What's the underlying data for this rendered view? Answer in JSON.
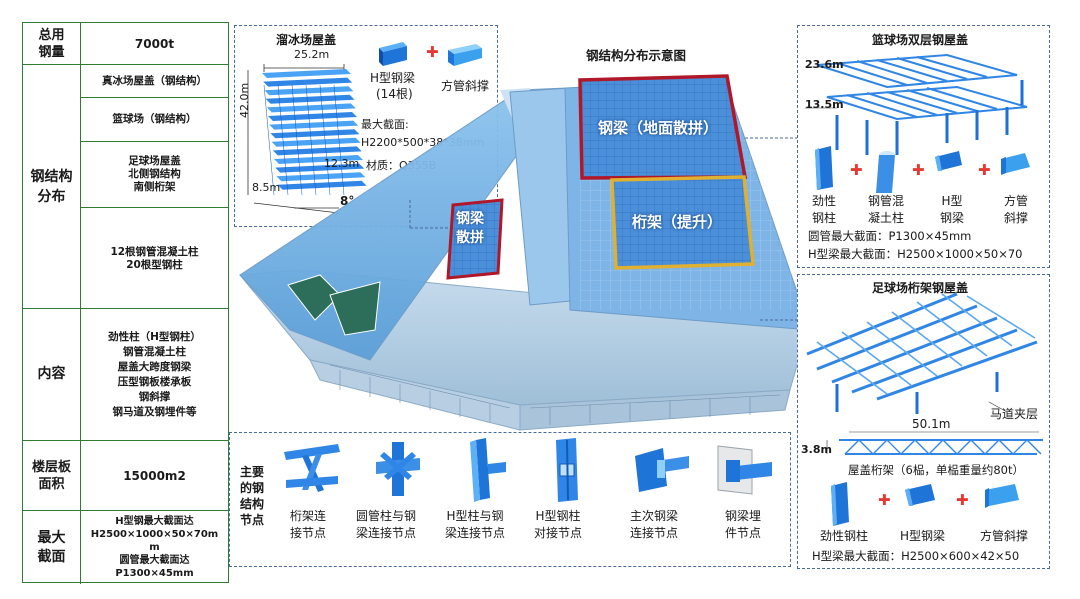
{
  "table": {
    "total_steel": {
      "label": "总用\n钢量",
      "value": "7000t"
    },
    "distribution": {
      "label": "钢结构\n分布",
      "items": [
        "真冰场屋盖（钢结构）",
        "篮球场（钢结构）",
        "足球场屋盖\n北侧钢结构\n南侧桁架",
        "12根钢管混凝土柱\n20根型钢柱"
      ]
    },
    "content": {
      "label": "内容",
      "value": "劲性柱（H型钢柱）\n钢管混凝土柱\n屋盖大跨度钢梁\n压型钢板楼承板\n钢斜撑\n钢马道及钢埋件等"
    },
    "floor_area": {
      "label": "楼层板\n面积",
      "value": "15000m2"
    },
    "max_section": {
      "label": "最大\n截面",
      "value": "H型钢最大截面达\nH2500×1000×50×70m\nm\n圆管最大截面达\nP1300×45mm"
    }
  },
  "ice_rink": {
    "title": "溜冰场屋盖",
    "dim_top": "25.2m",
    "dim_left": "42.0m",
    "dim_right": "12.3m",
    "dim_bottom": "8.5m",
    "angle": "8°",
    "beam_label": "H型钢梁",
    "beam_count": "(14根)",
    "brace_label": "方管斜撑",
    "section_label": "最大截面:",
    "section_value": "H2200*500*38*38mm",
    "material": "材质：Q355B"
  },
  "main": {
    "title": "钢结构分布示意图",
    "label_beam_ground": "钢梁（地面散拼）",
    "label_truss_lift": "桁架（提升）",
    "label_beam_scatter": "钢梁\n散拼"
  },
  "basketball": {
    "title": "篮球场双层钢屋盖",
    "h1": "23.6m",
    "h2": "13.5m",
    "components": [
      "劲性\n钢柱",
      "钢管混\n凝土柱",
      "H型\n钢梁",
      "方管\n斜撑"
    ],
    "spec1": "圆管最大截面：P1300×45mm",
    "spec2": "H型梁最大截面：H2500×1000×50×70"
  },
  "football": {
    "title": "足球场桁架钢屋盖",
    "catwalk": "马道夹层",
    "span": "50.1m",
    "height": "3.8m",
    "truss_note": "屋盖桁架（6榀，单榀重量约80t）",
    "components": [
      "劲性钢柱",
      "H型钢梁",
      "方管斜撑"
    ],
    "spec": "H型梁最大截面：H2500×600×42×50"
  },
  "nodes": {
    "heading": "主要\n的钢\n结构\n节点",
    "items": [
      "桁架连\n接节点",
      "圆管柱与钢\n梁连接节点",
      "H型柱与钢\n梁连接节点",
      "H型钢柱\n对接节点",
      "主次钢梁\n连接节点",
      "钢梁埋\n件节点"
    ]
  },
  "colors": {
    "steel": "#2f86e6",
    "steel_dark": "#1458b8",
    "frame_red": "#b0182a",
    "frame_gold": "#e0b030",
    "table_green": "#2e7d32",
    "accent_red": "#e53935"
  }
}
